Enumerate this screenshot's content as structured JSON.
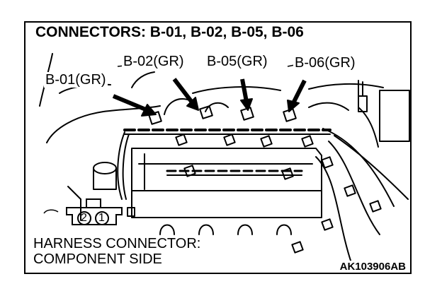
{
  "figure": {
    "title": "CONNECTORS: B-01, B-02, B-05, B-06",
    "callouts": [
      {
        "label": "B-01(GR)"
      },
      {
        "label": "B-02(GR)"
      },
      {
        "label": "B-05(GR)"
      },
      {
        "label": "B-06(GR)"
      }
    ],
    "connector_pins": [
      "2",
      "1"
    ],
    "caption": {
      "line1": "HARNESS CONNECTOR:",
      "line2": "COMPONENT SIDE"
    },
    "code": "AK103906AB"
  }
}
